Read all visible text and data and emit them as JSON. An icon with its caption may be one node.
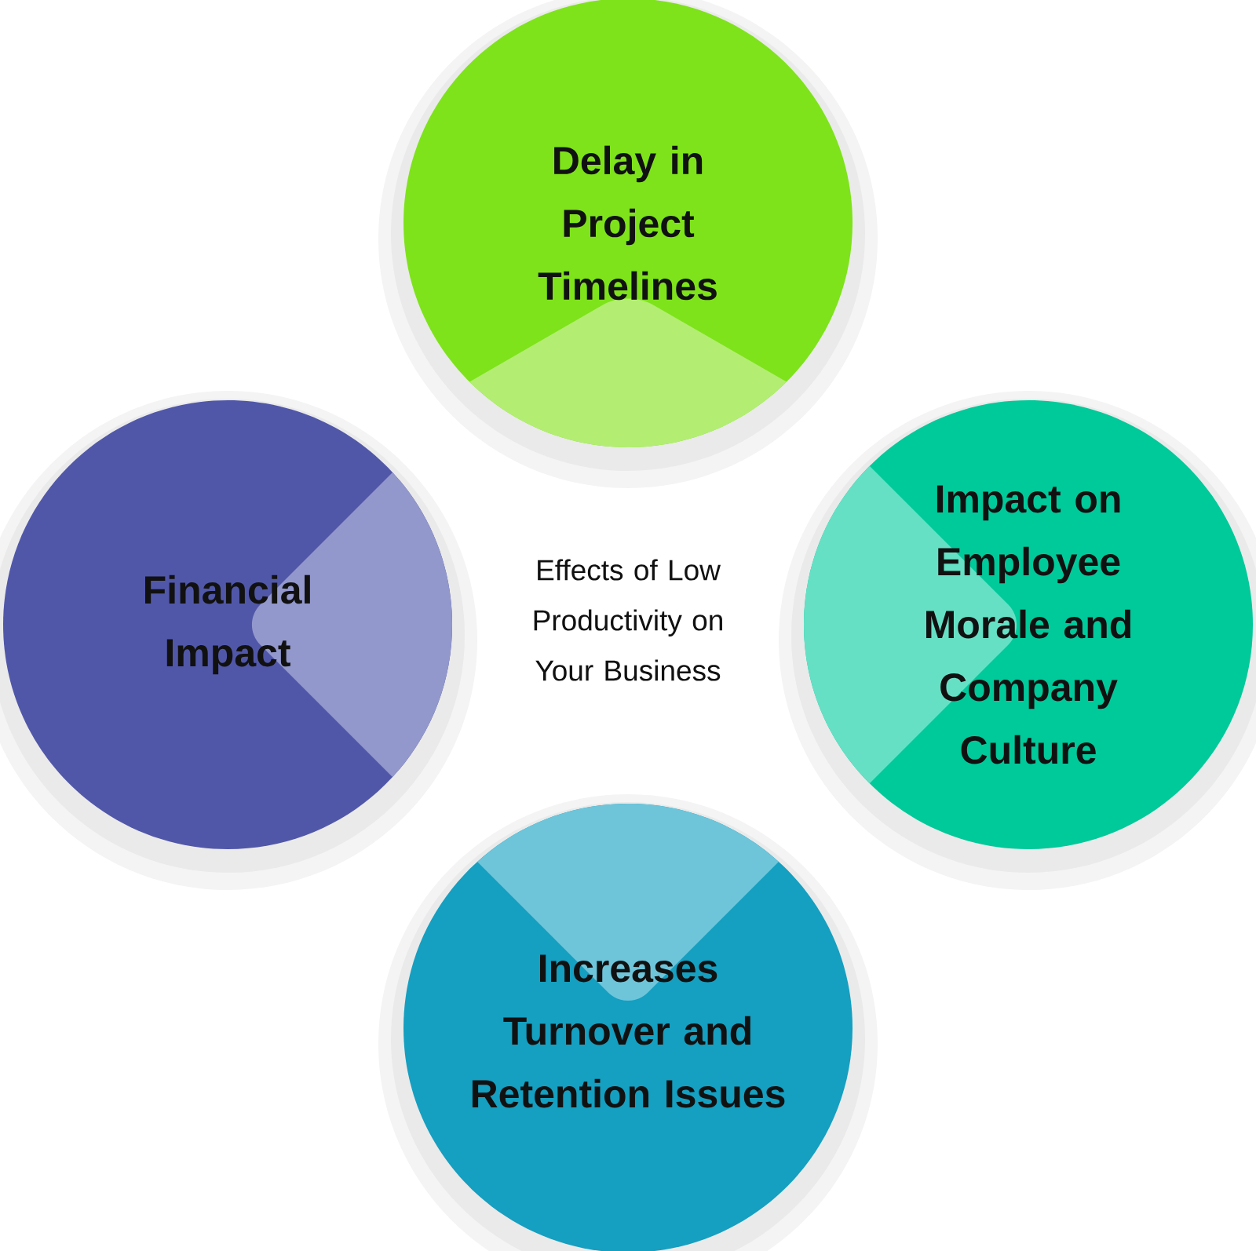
{
  "diagram": {
    "title": "Effects of Low Productivity on Your Business",
    "nodes": [
      {
        "text": [
          "Delay in Project Timelines"
        ]
      },
      {
        "text": [
          "Financial Impact"
        ]
      },
      {
        "text": [
          "Impact on Employee Morale and Company Culture"
        ]
      },
      {
        "text": [
          "Increases Turnover and Retention Issues"
        ]
      }
    ]
  }
}
